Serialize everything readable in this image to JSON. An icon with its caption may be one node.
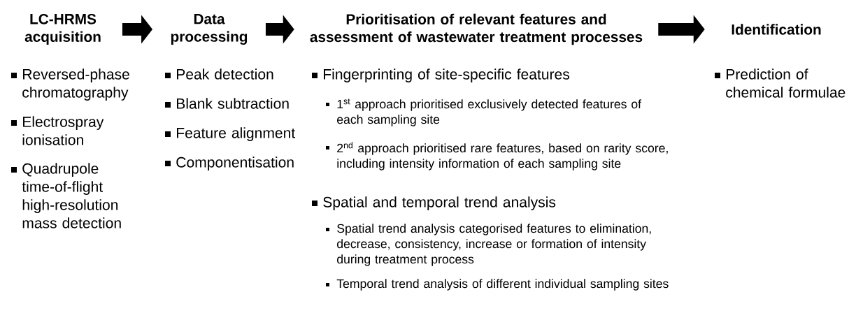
{
  "diagram": {
    "nodes": [
      {
        "text": [
          "LC-HRMS acquisition"
        ]
      },
      {
        "text": [
          "Data processing"
        ]
      },
      {
        "text": [
          "Prioritisation of relevant features and assessment of wastewater treatment processes"
        ]
      },
      {
        "text": [
          "Identification"
        ]
      }
    ],
    "edges": [
      {
        "from": 0,
        "to": 1,
        "arrow": "to"
      },
      {
        "from": 1,
        "to": 2,
        "arrow": "to"
      },
      {
        "from": 2,
        "to": 3,
        "arrow": "to"
      }
    ],
    "labels": [
      "Reversed-phase chromatography",
      "Electrospray ionisation",
      "Quadrupole time-of-flight high-resolution mass detection",
      "Peak detection",
      "Blank subtraction",
      "Feature alignment",
      "Componentisation",
      "Fingerprinting of site-specific features",
      "1$^{st}$ approach prioritised exclusively detected features of each sampling site",
      "2$^{nd}$ approach prioritised rare features, based on rarity score, including intensity information of each sampling site",
      "Spatial and temporal trend analysis",
      "Spatial trend analysis categorised features to elimination, decrease, consistency, increase or formation of intensity during treatment process",
      "Temporal trend analysis of different individual sampling sites",
      "Prediction of chemical formulae"
    ]
  }
}
